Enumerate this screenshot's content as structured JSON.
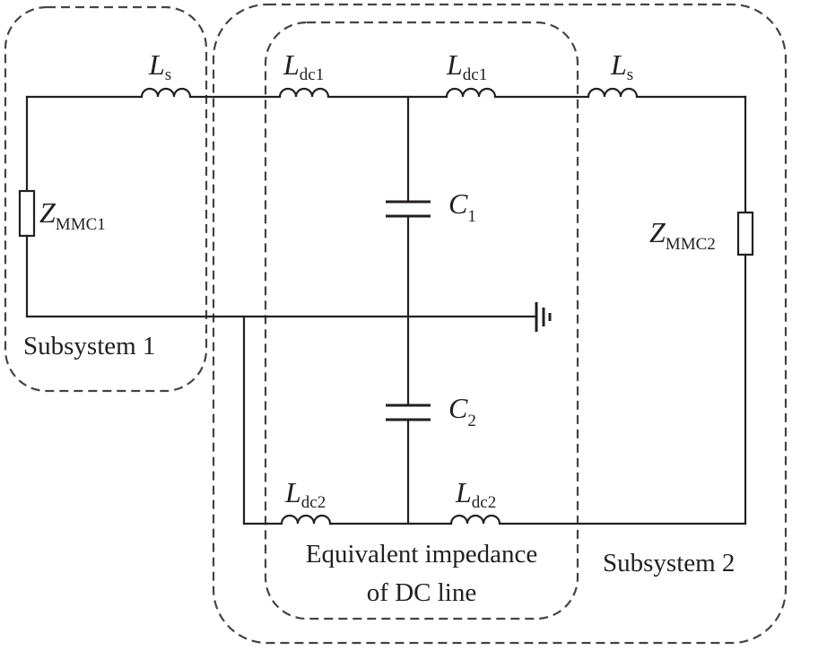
{
  "diagram": {
    "groups": {
      "subsystem1": "Subsystem 1",
      "subsystem2": "Subsystem 2",
      "dc_line_line1": "Equivalent impedance",
      "dc_line_line2": "of DC line"
    },
    "components": {
      "ls_left": {
        "symbol": "L",
        "subscript": "s"
      },
      "ldc1_left": {
        "symbol": "L",
        "subscript": "dc1"
      },
      "ldc1_right": {
        "symbol": "L",
        "subscript": "dc1"
      },
      "ls_right": {
        "symbol": "L",
        "subscript": "s"
      },
      "c1": {
        "symbol": "C",
        "subscript": "1"
      },
      "c2": {
        "symbol": "C",
        "subscript": "2"
      },
      "ldc2_left": {
        "symbol": "L",
        "subscript": "dc2"
      },
      "ldc2_right": {
        "symbol": "L",
        "subscript": "dc2"
      },
      "zmmc1": {
        "symbol": "Z",
        "subscript": "MMC1"
      },
      "zmmc2": {
        "symbol": "Z",
        "subscript": "MMC2"
      }
    },
    "colors": {
      "line": "#231f20",
      "dashed_boundary": "#444444",
      "background": "#ffffff"
    },
    "icons": {
      "ground": "ground-icon"
    }
  }
}
